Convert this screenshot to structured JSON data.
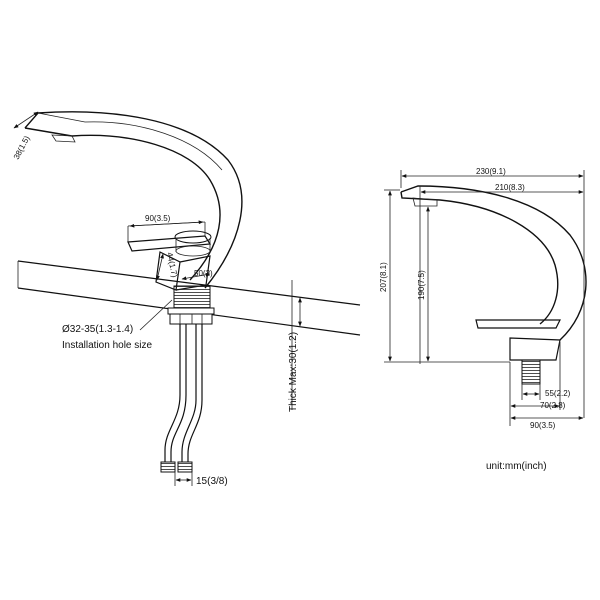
{
  "left_view": {
    "dims": {
      "spout_width": "38(1.5)",
      "handle_length": "90(3.5)",
      "base_height": "44(1.7)",
      "base_width": "50(2)",
      "thickness": "Thick Max:30(1.2)",
      "hose_spacing": "15(3/8)"
    },
    "hole_size": "Ø32-35(1.3-1.4)",
    "hole_label": "Installation hole size"
  },
  "right_view": {
    "dims": {
      "overall_length": "230(9.1)",
      "spout_reach": "210(8.3)",
      "overall_height": "207(8.1)",
      "spout_height": "190(7.5)",
      "thread_dia": "55(2.2)",
      "base_length": "70(2.8)",
      "base_total": "90(3.5)"
    }
  },
  "unit_note": "unit:mm(inch)"
}
